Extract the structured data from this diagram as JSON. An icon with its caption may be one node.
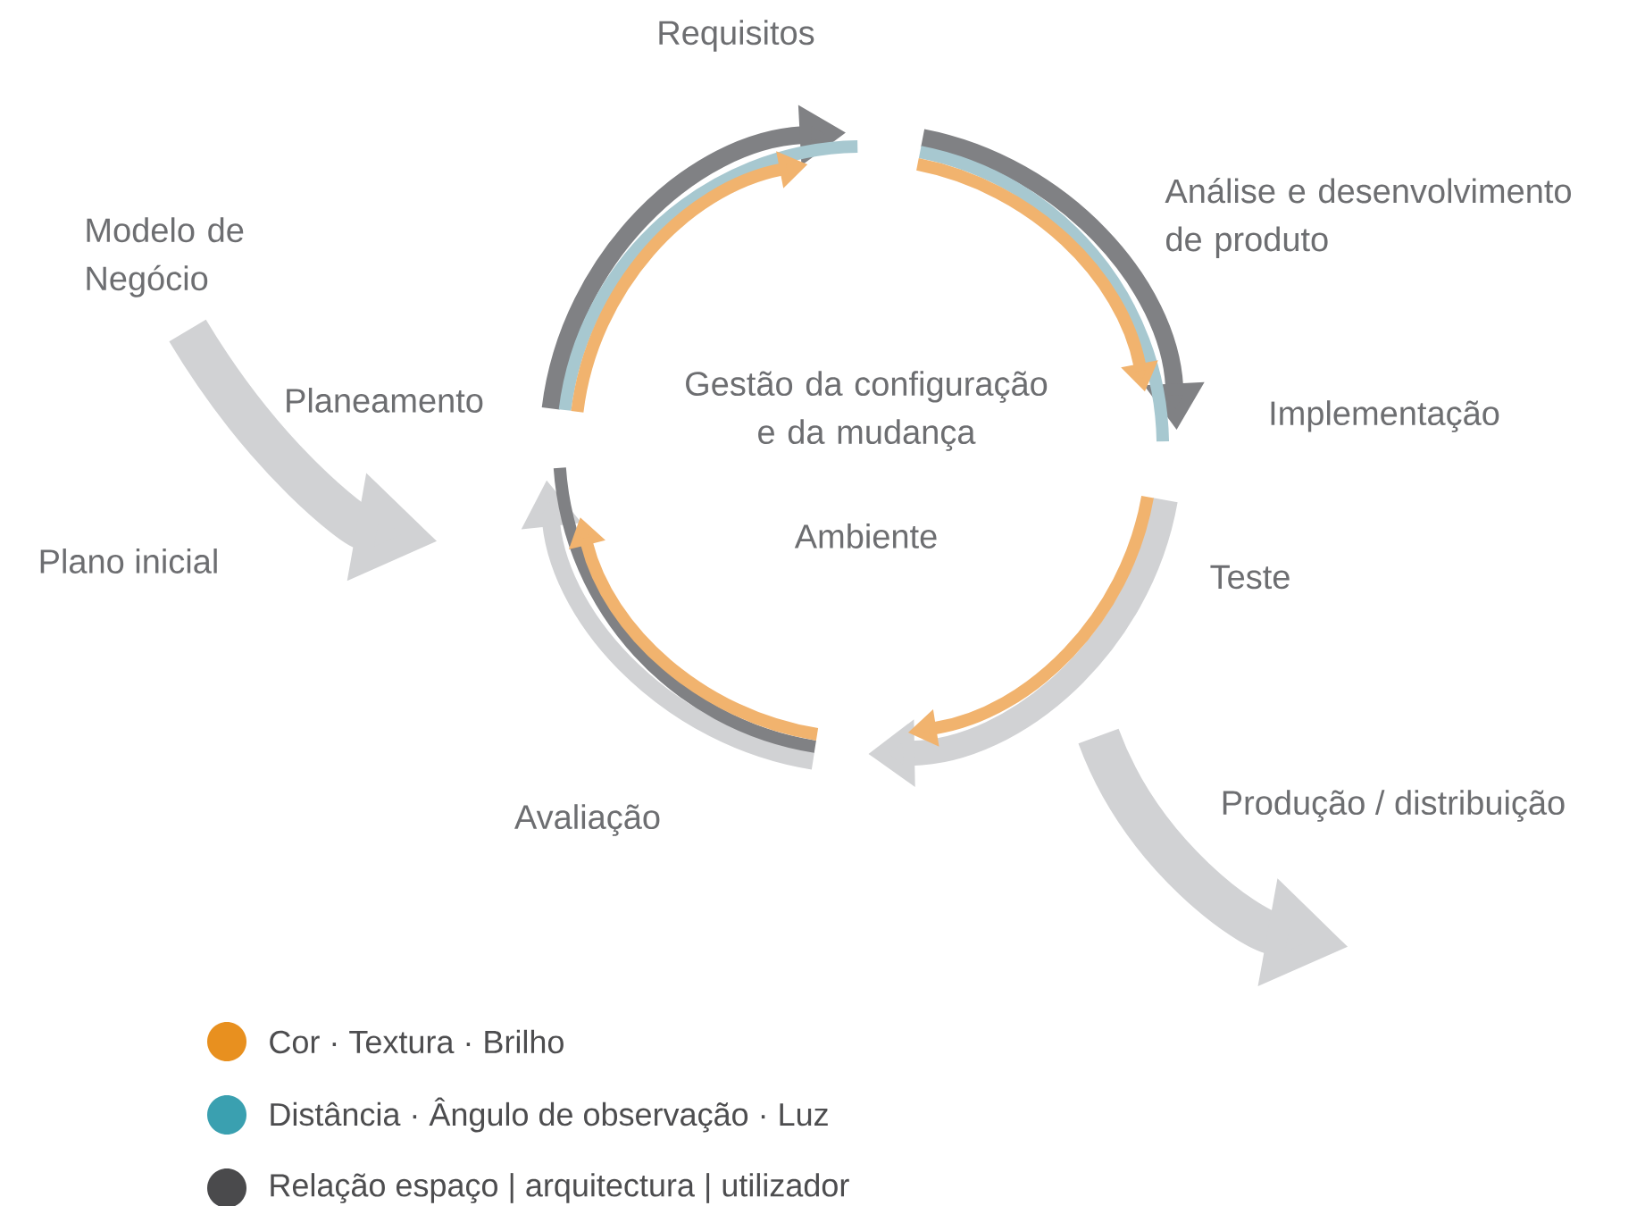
{
  "diagram": {
    "labels": [
      "Requisitos",
      "Análise e desenvolvimento de produto",
      "Modelo de Negócio",
      "Planeamento",
      "Gestão da configuração e da mudança",
      "Implementação",
      "Ambiente",
      "Plano inicial",
      "Teste",
      "Produção / distribuição",
      "Avaliação"
    ],
    "legend": [
      {
        "text": "Cor · Textura · Brilho",
        "color": "#e8901f"
      },
      {
        "text": "Distância · Ângulo de observação · Luz",
        "color": "#3aa0b0"
      },
      {
        "text": "Relação espaço | arquitectura | utilizador",
        "color": "#4a4a4c"
      }
    ]
  }
}
